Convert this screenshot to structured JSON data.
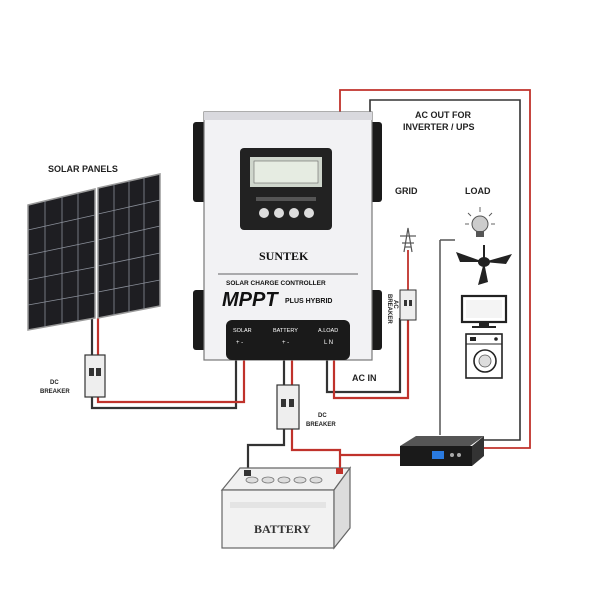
{
  "labels": {
    "solar_panels": "SOLAR PANELS",
    "dc_breaker_left_1": "DC",
    "dc_breaker_left_2": "BREAKER",
    "dc_breaker_mid_1": "DC",
    "dc_breaker_mid_2": "BREAKER",
    "ac_out_1": "AC OUT FOR",
    "ac_out_2": "INVERTER / UPS",
    "grid": "GRID",
    "load": "LOAD",
    "ac_in": "AC IN",
    "ac_breaker_1": "AC",
    "ac_breaker_2": "BREAKER",
    "battery": "BATTERY"
  },
  "controller": {
    "brand": "SUNTEK",
    "line1": "SOLAR CHARGE CONTROLLER",
    "line2_big": "MPPT",
    "line2_small": "PLUS HYBRID",
    "terminal_solar": "SOLAR",
    "terminal_solar_sub": "+ -",
    "terminal_battery": "BATTERY",
    "terminal_battery_sub": "+ -",
    "terminal_aload": "A.LOAD",
    "terminal_aload_sub": "L N"
  },
  "colors": {
    "wire_red": "#c0322b",
    "wire_black": "#333333",
    "panel_cell": "#1e1e22",
    "controller_body": "#f2f2f4",
    "controller_bracket": "#1a1a1a"
  }
}
